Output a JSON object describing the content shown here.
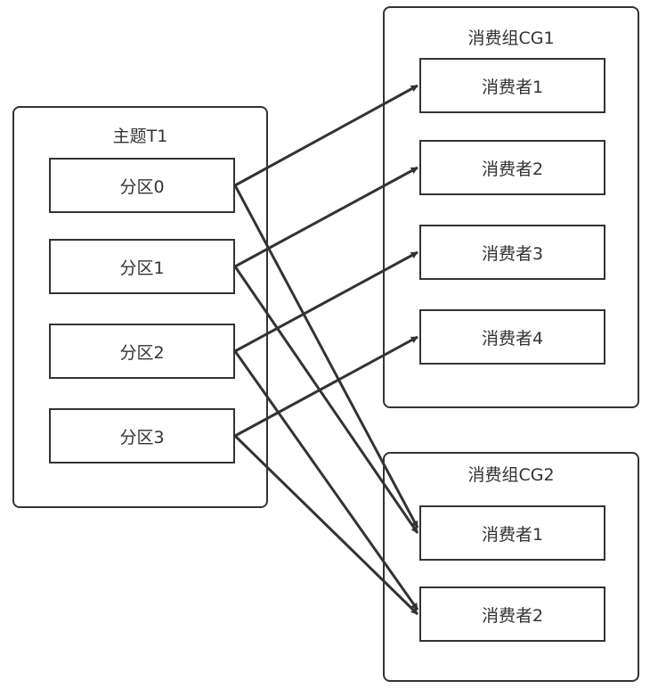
{
  "topic": {
    "title": "主题T1",
    "partitions": [
      "分区0",
      "分区1",
      "分区2",
      "分区3"
    ]
  },
  "consumer_groups": [
    {
      "title": "消费组CG1",
      "consumers": [
        "消费者1",
        "消费者2",
        "消费者3",
        "消费者4"
      ]
    },
    {
      "title": "消费组CG2",
      "consumers": [
        "消费者1",
        "消费者2"
      ]
    }
  ],
  "colors": {
    "stroke": "#333333",
    "background": "#ffffff",
    "text": "#333333"
  }
}
